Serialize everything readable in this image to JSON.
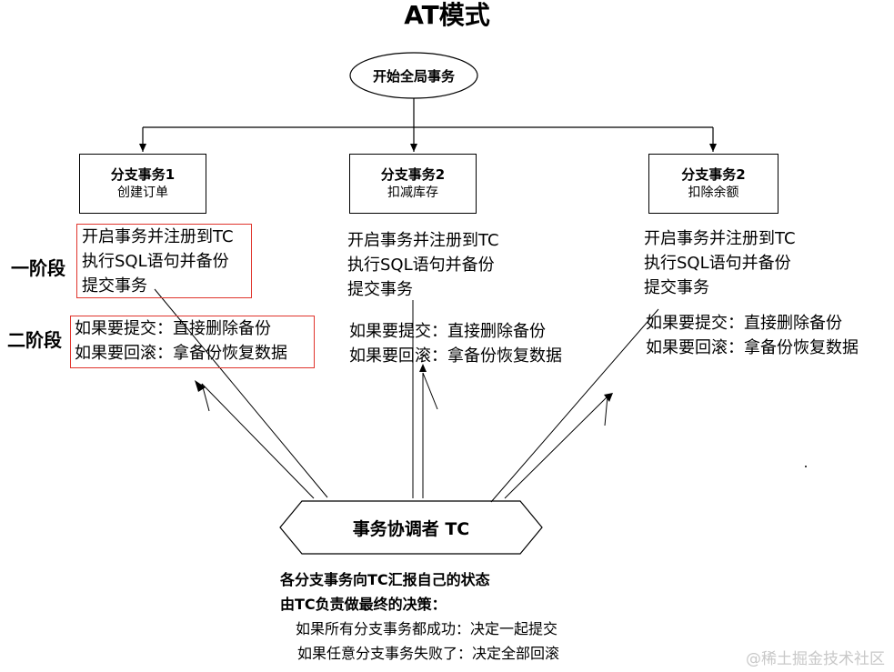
{
  "title": "AT模式",
  "start_node": "开始全局事务",
  "branches": [
    {
      "title": "分支事务1",
      "subtitle": "创建订单"
    },
    {
      "title": "分支事务2",
      "subtitle": "扣减库存"
    },
    {
      "title": "分支事务2",
      "subtitle": "扣除余额"
    }
  ],
  "phase1": {
    "label": "一阶段",
    "lines": [
      "开启事务并注册到TC",
      "执行SQL语句并备份",
      "提交事务"
    ]
  },
  "phase2": {
    "label": "二阶段",
    "lines": [
      "如果要提交：直接删除备份",
      "如果要回滚：拿备份恢复数据"
    ]
  },
  "coordinator": "事务协调者 TC",
  "notes": {
    "bold_lines": [
      "各分支事务向TC汇报自己的状态",
      "由TC负责做最终的决策："
    ],
    "lines": [
      "如果所有分支事务都成功：决定一起提交",
      "如果任意分支事务失败了：决定全部回滚"
    ]
  },
  "watermark": "@稀土掘金技术社区"
}
